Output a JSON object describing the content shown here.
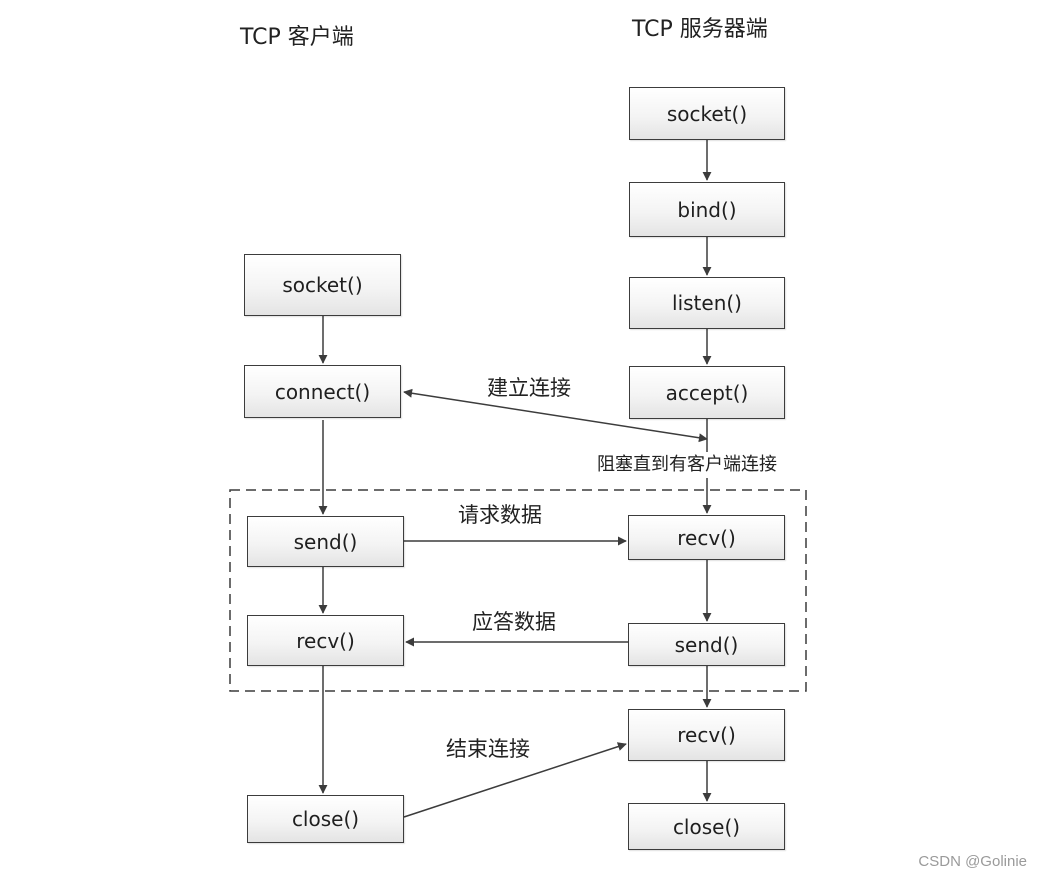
{
  "headings": {
    "client": "TCP 客户端",
    "server": "TCP 服务器端"
  },
  "client_steps": {
    "socket": "socket()",
    "connect": "connect()",
    "send": "send()",
    "recv": "recv()",
    "close": "close()"
  },
  "server_steps": {
    "socket": "socket()",
    "bind": "bind()",
    "listen": "listen()",
    "accept": "accept()",
    "recv1": "recv()",
    "send": "send()",
    "recv2": "recv()",
    "close": "close()"
  },
  "labels": {
    "establish": "建立连接",
    "block": "阻塞直到有客户端连接",
    "request": "请求数据",
    "response": "应答数据",
    "end": "结束连接"
  },
  "watermark": "CSDN @Golinie",
  "colors": {
    "line": "#3c3c3c",
    "box_border": "#3c3c3c",
    "box_fill_top": "#ffffff",
    "box_fill_bottom": "#e4e4e4"
  }
}
